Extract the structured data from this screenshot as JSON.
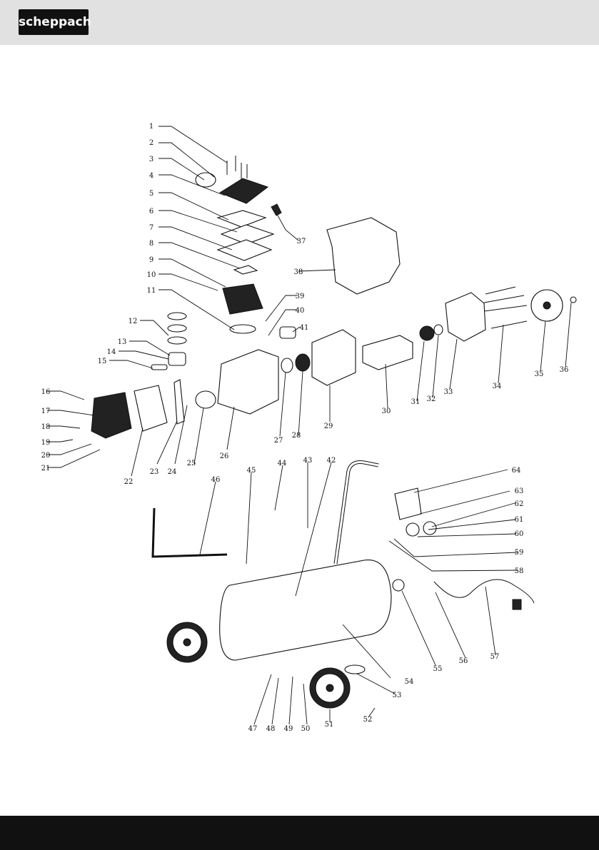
{
  "brand": {
    "logo_text": "scheppach"
  },
  "diagram": {
    "parts": [
      "1",
      "2",
      "3",
      "4",
      "5",
      "6",
      "7",
      "8",
      "9",
      "10",
      "11",
      "12",
      "13",
      "14",
      "15",
      "16",
      "17",
      "18",
      "19",
      "20",
      "21",
      "22",
      "23",
      "24",
      "25",
      "26",
      "27",
      "28",
      "29",
      "30",
      "31",
      "32",
      "33",
      "34",
      "35",
      "36",
      "37",
      "38",
      "39",
      "40",
      "41",
      "42",
      "43",
      "44",
      "45",
      "46",
      "47",
      "48",
      "49",
      "50",
      "51",
      "52",
      "53",
      "54",
      "55",
      "56",
      "57",
      "58",
      "59",
      "60",
      "61",
      "62",
      "63",
      "64"
    ]
  },
  "colors": {
    "header_bg": "#e1e1e1",
    "footer_bg": "#111111"
  }
}
